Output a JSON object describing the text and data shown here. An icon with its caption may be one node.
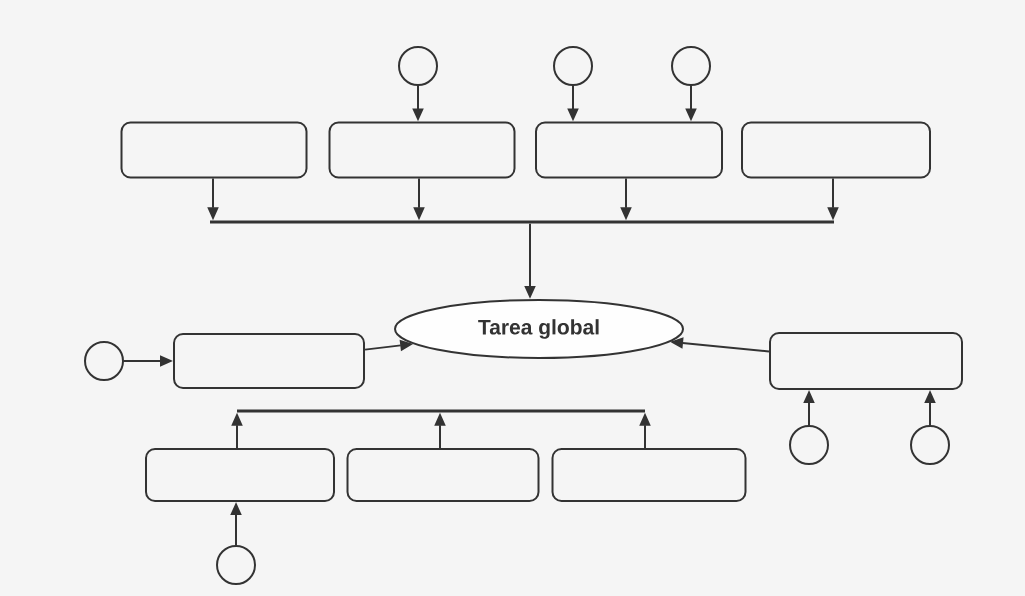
{
  "diagram": {
    "nodes": [
      {
        "text": [],
        "shape": "circle"
      },
      {
        "text": [],
        "shape": "circle"
      },
      {
        "text": [],
        "shape": "circle"
      },
      {
        "text": [],
        "shape": "box"
      },
      {
        "text": [],
        "shape": "box"
      },
      {
        "text": [],
        "shape": "box"
      },
      {
        "text": [],
        "shape": "box"
      },
      {
        "text": [],
        "shape": "bar"
      },
      {
        "text": [
          "Tarea global"
        ]
      },
      {
        "text": [],
        "shape": "circle"
      },
      {
        "text": [],
        "shape": "box"
      },
      {
        "text": [],
        "shape": "box"
      },
      {
        "text": [],
        "shape": "circle"
      },
      {
        "text": [],
        "shape": "circle"
      },
      {
        "text": [],
        "shape": "bar"
      },
      {
        "text": [],
        "shape": "box"
      },
      {
        "text": [],
        "shape": "box"
      },
      {
        "text": [],
        "shape": "box"
      },
      {
        "text": [],
        "shape": "circle"
      }
    ],
    "edges": [
      {
        "from": 0,
        "to": 4,
        "arrow": "to"
      },
      {
        "from": 1,
        "to": 5,
        "arrow": "to"
      },
      {
        "from": 2,
        "to": 5,
        "arrow": "to"
      },
      {
        "from": 3,
        "to": 7,
        "arrow": "to"
      },
      {
        "from": 4,
        "to": 7,
        "arrow": "to"
      },
      {
        "from": 5,
        "to": 7,
        "arrow": "to"
      },
      {
        "from": 6,
        "to": 7,
        "arrow": "to"
      },
      {
        "from": 7,
        "to": 8,
        "arrow": "to"
      },
      {
        "from": 9,
        "to": 10,
        "arrow": "to"
      },
      {
        "from": 10,
        "to": 8,
        "arrow": "to"
      },
      {
        "from": 11,
        "to": 8,
        "arrow": "to"
      },
      {
        "from": 12,
        "to": 11,
        "arrow": "to"
      },
      {
        "from": 13,
        "to": 11,
        "arrow": "to"
      },
      {
        "from": 15,
        "to": 14,
        "arrow": "to"
      },
      {
        "from": 16,
        "to": 14,
        "arrow": "to"
      },
      {
        "from": 17,
        "to": 14,
        "arrow": "to"
      },
      {
        "from": 18,
        "to": 15,
        "arrow": "to"
      }
    ]
  }
}
